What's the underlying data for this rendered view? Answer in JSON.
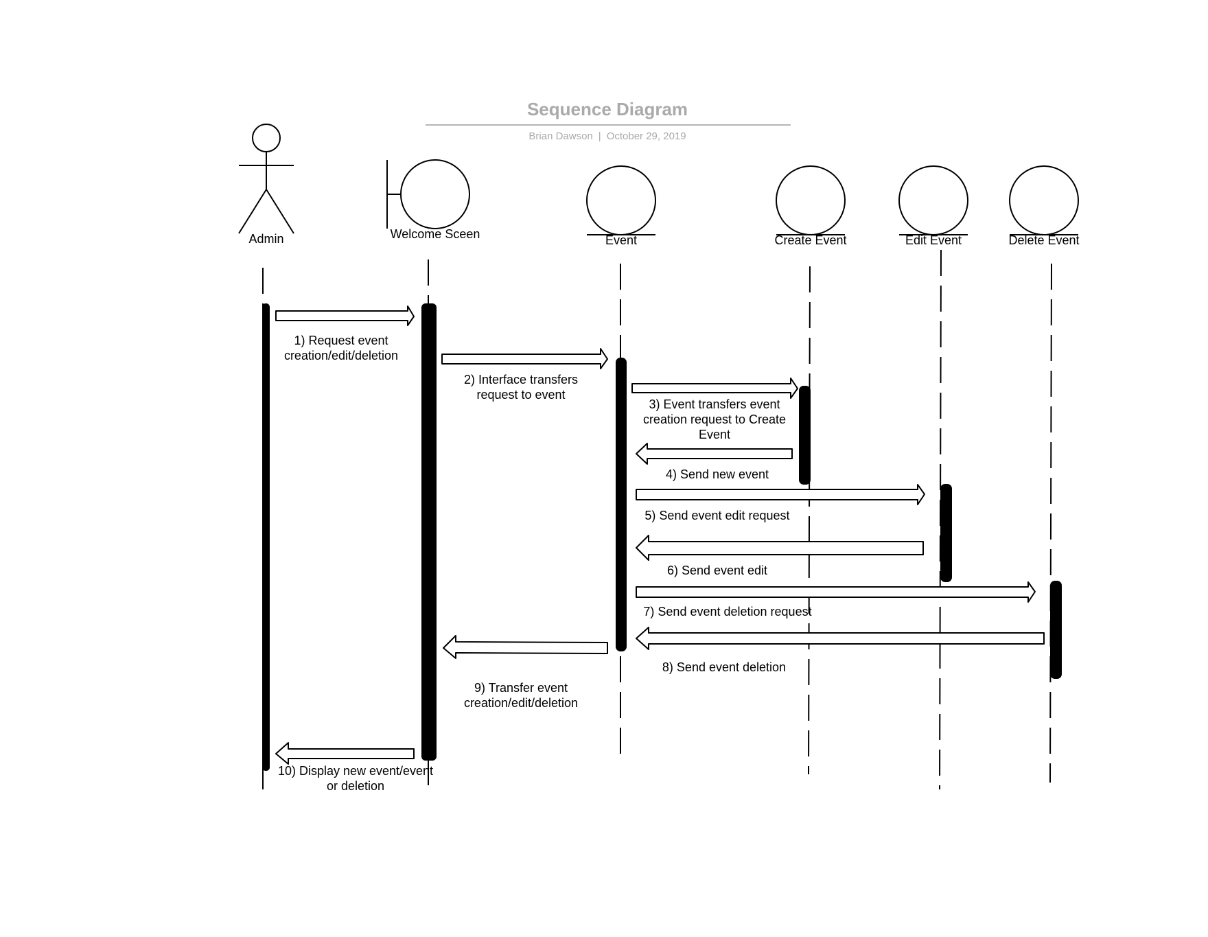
{
  "header": {
    "title": "Sequence Diagram",
    "author": "Brian Dawson",
    "separator": "|",
    "date": "October 29, 2019"
  },
  "participants": [
    {
      "id": "admin",
      "label": "Admin",
      "kind": "actor"
    },
    {
      "id": "welcome",
      "label": "Welcome Sceen",
      "kind": "boundary"
    },
    {
      "id": "event",
      "label": "Event",
      "kind": "entity"
    },
    {
      "id": "create",
      "label": "Create Event",
      "kind": "entity"
    },
    {
      "id": "edit",
      "label": "Edit Event",
      "kind": "entity"
    },
    {
      "id": "delete",
      "label": "Delete Event",
      "kind": "entity"
    }
  ],
  "messages": [
    {
      "text": "1) Request event\ncreation/edit/deletion",
      "from": "admin",
      "to": "welcome"
    },
    {
      "text": "2) Interface transfers\nrequest to event",
      "from": "welcome",
      "to": "event"
    },
    {
      "text": "3) Event transfers event\ncreation request to Create\nEvent",
      "from": "event",
      "to": "create"
    },
    {
      "text": "4) Send new event",
      "from": "create",
      "to": "event"
    },
    {
      "text": "5) Send event edit request",
      "from": "event",
      "to": "edit"
    },
    {
      "text": "6) Send event edit",
      "from": "edit",
      "to": "event"
    },
    {
      "text": "7) Send event deletion request",
      "from": "event",
      "to": "delete"
    },
    {
      "text": "8) Send event deletion",
      "from": "delete",
      "to": "event"
    },
    {
      "text": "9) Transfer event\ncreation/edit/deletion",
      "from": "event",
      "to": "welcome"
    },
    {
      "text": "10) Display new event/event\nor deletion",
      "from": "welcome",
      "to": "admin"
    }
  ]
}
